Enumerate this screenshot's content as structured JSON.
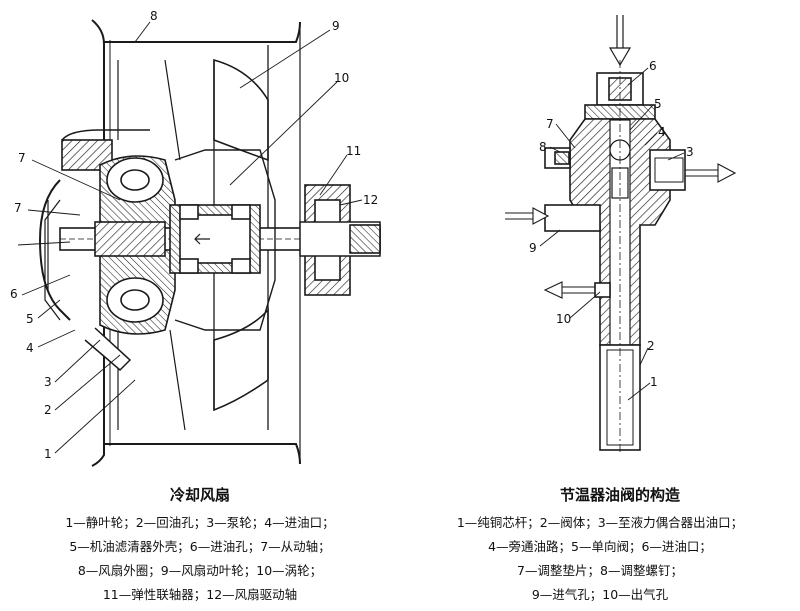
{
  "left_figure": {
    "title": "冷却风扇",
    "callouts": [
      "1",
      "2",
      "3",
      "4",
      "5",
      "6",
      "7",
      "8",
      "9",
      "10",
      "11",
      "12"
    ],
    "legend": [
      "1—静叶轮；2—回油孔；3—泵轮；4—进油口；",
      "5—机油滤清器外壳；6—进油孔；7—从动轴；",
      "8—风扇外圈；9—风扇动叶轮；10—涡轮；",
      "11—弹性联轴器；12—风扇驱动轴"
    ]
  },
  "right_figure": {
    "title": "节温器油阀的构造",
    "callouts": [
      "6",
      "5",
      "7",
      "4",
      "8",
      "3",
      "9",
      "10",
      "2",
      "1"
    ],
    "legend": [
      "1—纯铜芯杆；2—阀体；3—至液力偶合器出油口；",
      "4—旁通油路；5—单向阀；6—进油口；",
      "7—调整垫片；8—调整螺钉；",
      "9—进气孔；10—出气孔"
    ]
  }
}
